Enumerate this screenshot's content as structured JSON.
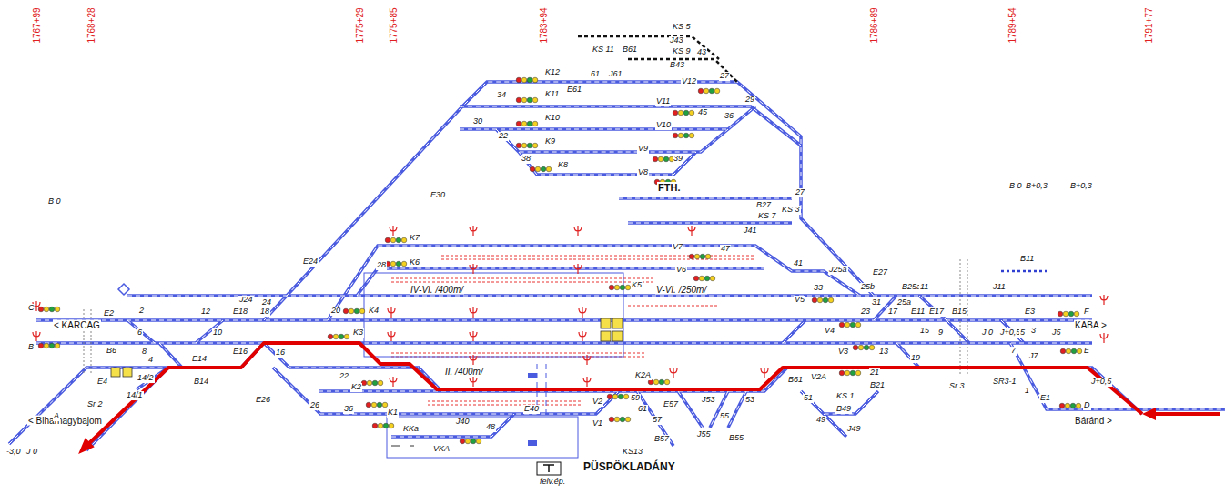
{
  "diagram": {
    "title": "PÜSPÖKLADÁNY",
    "labels": [
      "1767+99",
      "1768+28",
      "1775+29",
      "1775+85",
      "1783+94",
      "1786+89",
      "1789+54",
      "1791+77",
      "FTH.",
      "< KARCAG",
      "< Biharnagybajom",
      "KABA >",
      "Báránd >",
      "IV-VI. /400m/",
      "V-VI. /250m/",
      "II. /400m/",
      "felv.ép.",
      "B 0",
      "B 0",
      "B+0,3",
      "B+0,3",
      "-3,0",
      "J 0",
      "J 0",
      "J+0,5",
      "J+0,5",
      "KS 5",
      "J43",
      "KS 11",
      "B61",
      "KS 9",
      "43",
      "B43",
      "K12",
      "61",
      "J61",
      "E61",
      "V12",
      "27",
      "34",
      "K11",
      "V11",
      "45",
      "29",
      "36",
      "30",
      "K10",
      "V10",
      "22",
      "K9",
      "V9",
      "39",
      "38",
      "K8",
      "V8",
      "E30",
      "27",
      "B27",
      "KS 7",
      "KS 3",
      "J41",
      "K7",
      "V7",
      "47",
      "28",
      "K6",
      "V6",
      "41",
      "K5",
      "J25a",
      "E27",
      "B25a",
      "11",
      "J11",
      "B11",
      "33",
      "25b",
      "31",
      "25a",
      "E11",
      "V5",
      "E24",
      "J24",
      "24",
      "C",
      "E2",
      "2",
      "12",
      "E18",
      "18",
      "20",
      "K4",
      "V4",
      "23",
      "17",
      "E17",
      "B15",
      "E3",
      "3",
      "F",
      "6",
      "10",
      "E16",
      "16",
      "K3",
      "V3",
      "15",
      "9",
      "13",
      "5",
      "J5",
      "E",
      "B",
      "B6",
      "8",
      "4",
      "E14",
      "E4",
      "14/2",
      "B14",
      "14/1",
      "A",
      "Sr 2",
      "E26",
      "26",
      "22",
      "K2",
      "36",
      "K1",
      "KKa",
      "E40",
      "J40",
      "48",
      "VKA",
      "K2A",
      "V2",
      "59",
      "61",
      "V1",
      "57",
      "E57",
      "J53",
      "53",
      "B61",
      "51",
      "KS 1",
      "B21",
      "V2A",
      "21",
      "19",
      "J7",
      "7",
      "Sr 3",
      "SR3-1",
      "1",
      "E1",
      "B49",
      "49",
      "J49",
      "55",
      "B55",
      "J55",
      "B57",
      "KS13",
      "D"
    ]
  }
}
